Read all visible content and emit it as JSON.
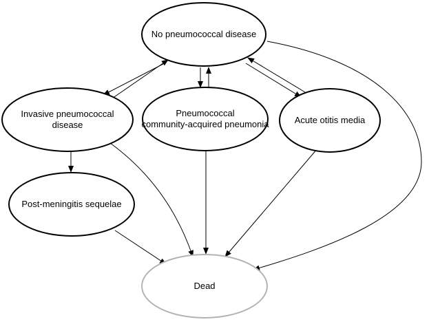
{
  "nodes": {
    "no_disease": {
      "label": "No pneumococcal disease"
    },
    "ipd": {
      "line1": "Invasive pneumococcal",
      "line2": "disease"
    },
    "pcap": {
      "line1": "Pneumococcal",
      "line2": "community-acquired pneumonia"
    },
    "aom": {
      "label": "Acute otitis media"
    },
    "pms": {
      "label": "Post-meningitis sequelae"
    },
    "dead": {
      "label": "Dead"
    }
  },
  "colors": {
    "node_outline": "#000000",
    "dead_outline": "#b3b3b3",
    "edge": "#000000",
    "background": "#ffffff"
  }
}
